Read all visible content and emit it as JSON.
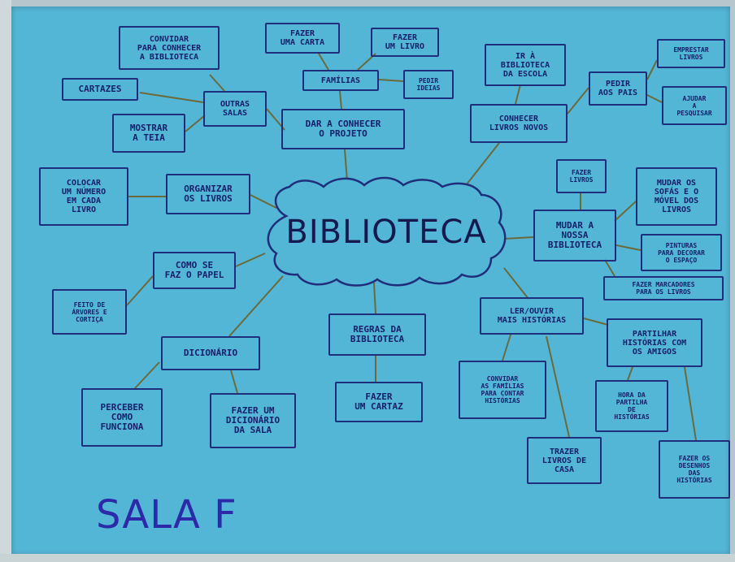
{
  "center": "BIBLIOTECA",
  "footer": "SALA F",
  "nodes": {
    "dar": "DAR A CONHECER\nO PROJETO",
    "familias": "FAMÍLIAS",
    "carta": "FAZER\nUMA CARTA",
    "livro": "FAZER\nUM LIVRO",
    "ideias": "PEDIR\nIDEIAS",
    "outras": "OUTRAS\nSALAS",
    "convidar": "CONVIDAR\nPARA CONHECER\nA BIBLIOTECA",
    "cartazes": "CARTAZES",
    "teia": "MOSTRAR\nA TEIA",
    "conhecer": "CONHECER\nLIVROS NOVOS",
    "ir": "IR À\nBIBLIOTECA\nDA ESCOLA",
    "pedir_pais": "PEDIR\nAOS PAIS",
    "emprestar": "EMPRESTAR\nLIVROS",
    "ajudar": "AJUDAR\nA\nPESQUISAR",
    "organizar": "ORGANIZAR\nOS LIVROS",
    "colocar": "COLOCAR\nUM NÚMERO\nEM CADA\nLIVRO",
    "mudar": "MUDAR A\nNOSSA\nBIBLIOTECA",
    "fazer_livros": "FAZER\nLIVROS",
    "sofas": "MUDAR OS\nSOFÁS E O\nMÓVEL DOS\nLIVROS",
    "pinturas": "PINTURAS\nPARA DECORAR\nO ESPAÇO",
    "marcadores": "FAZER MARCADORES\nPARA OS LIVROS",
    "papel": "COMO SE\nFAZ O PAPEL",
    "feito": "FEITO DE\nÁRVORES E\nCORTIÇA",
    "dicionario": "DICIONÁRIO",
    "perceber": "PERCEBER\nCOMO\nFUNCIONA",
    "fazer_dic": "FAZER UM\nDICIONÁRIO\nDA SALA",
    "regras": "REGRAS DA\nBIBLIOTECA",
    "cartaz": "FAZER\nUM CARTAZ",
    "ler": "LER/OUVIR\nMAIS HISTÓRIAS",
    "convidar_fam": "CONVIDAR\nAS FAMÍLIAS\nPARA CONTAR\nHISTÓRIAS",
    "trazer": "TRAZER\nLIVROS DE\nCASA",
    "partilhar": "PARTILHAR\nHISTÓRIAS COM\nOS AMIGOS",
    "hora": "HORA DA\nPARTILHA\nDE\nHISTÓRIAS",
    "desenhos": "FAZER OS\nDESENHOS\nDAS\nHISTÓRIAS"
  }
}
